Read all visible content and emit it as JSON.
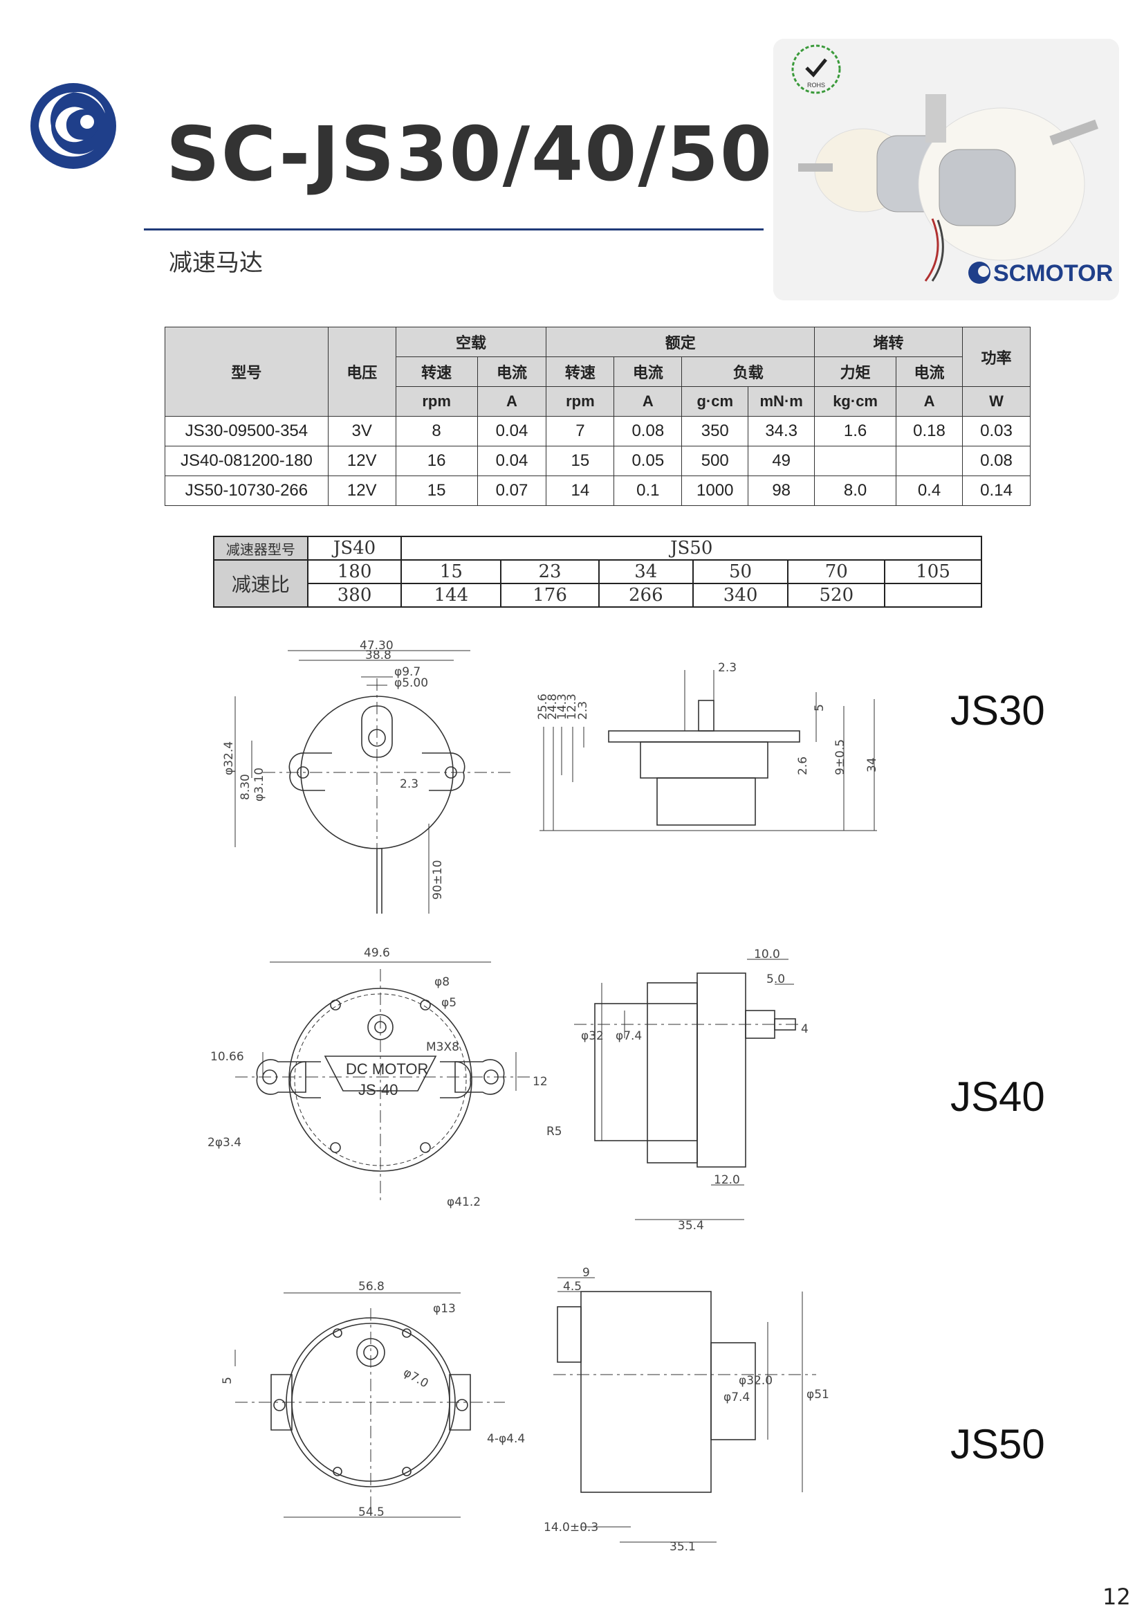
{
  "header": {
    "title": "SC-JS30/40/50",
    "subtitle": "减速马达",
    "brand": "SCMOTOR",
    "rohs_label": "ROHS"
  },
  "spec_table": {
    "headers": {
      "model": "型号",
      "voltage": "电压",
      "no_load": "空载",
      "rated": "额定",
      "stall": "堵转",
      "power": "功率",
      "speed": "转速",
      "current": "电流",
      "load": "负载",
      "torque": "力矩"
    },
    "units": [
      "rpm",
      "A",
      "rpm",
      "A",
      "g·cm",
      "mN·m",
      "kg·cm",
      "A",
      "W"
    ],
    "rows": [
      [
        "JS30-09500-354",
        "3V",
        "8",
        "0.04",
        "7",
        "0.08",
        "350",
        "34.3",
        "1.6",
        "0.18",
        "0.03"
      ],
      [
        "JS40-081200-180",
        "12V",
        "16",
        "0.04",
        "15",
        "0.05",
        "500",
        "49",
        "",
        "",
        "0.08"
      ],
      [
        "JS50-10730-266",
        "12V",
        "15",
        "0.07",
        "14",
        "0.1",
        "1000",
        "98",
        "8.0",
        "0.4",
        "0.14"
      ]
    ]
  },
  "ratio_table": {
    "type_label": "减速器型号",
    "ratio_label": "减速比",
    "js40": "JS40",
    "js50": "JS50",
    "row1": [
      "180",
      "15",
      "23",
      "34",
      "50",
      "70",
      "105"
    ],
    "row2": [
      "380",
      "144",
      "176",
      "266",
      "340",
      "520",
      ""
    ]
  },
  "drawings": {
    "js30": {
      "label": "JS30",
      "dims": [
        "47.30",
        "38.8",
        "φ9.7",
        "φ5.00",
        "φ32.4",
        "8.30",
        "φ3.10",
        "2.3",
        "90±10",
        "2.3",
        "25.6",
        "24.8",
        "14.3",
        "12.3",
        "2.3",
        "5",
        "2.6",
        "9±0.5",
        "34"
      ]
    },
    "js40": {
      "label": "JS40",
      "dims": [
        "49.6",
        "φ8",
        "φ5",
        "M3X8",
        "10.66",
        "12",
        "2φ3.4",
        "R5",
        "φ41.2",
        "10.0",
        "5.0",
        "4",
        "φ32",
        "φ7.4",
        "12.0",
        "35.4"
      ],
      "plate_line1": "DC MOTOR",
      "plate_line2": "JS-40"
    },
    "js50": {
      "label": "JS50",
      "dims": [
        "56.8",
        "φ13",
        "φ7.0",
        "5",
        "4-φ4.4",
        "54.5",
        "9",
        "4.5",
        "φ32.0",
        "φ7.4",
        "φ51",
        "14.0±0.3",
        "35.1"
      ]
    }
  },
  "footer": {
    "page_number": "12"
  }
}
